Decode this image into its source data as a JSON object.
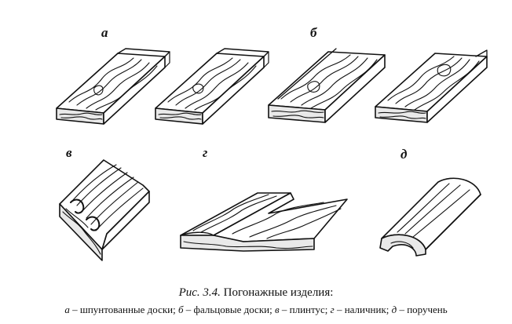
{
  "labels": {
    "a": "а",
    "b": "б",
    "v": "в",
    "g": "г",
    "d": "д"
  },
  "caption": {
    "fig_ref": "Рис. 3.4.",
    "title": "Погонажные изделия:",
    "legend": [
      {
        "key": "а",
        "text": "– шпунтованные доски;"
      },
      {
        "key": "б",
        "text": "– фальцовые доски;"
      },
      {
        "key": "в",
        "text": "– плинтус;"
      },
      {
        "key": "г",
        "text": "– наличник;"
      },
      {
        "key": "д",
        "text": "– поручень"
      }
    ]
  }
}
